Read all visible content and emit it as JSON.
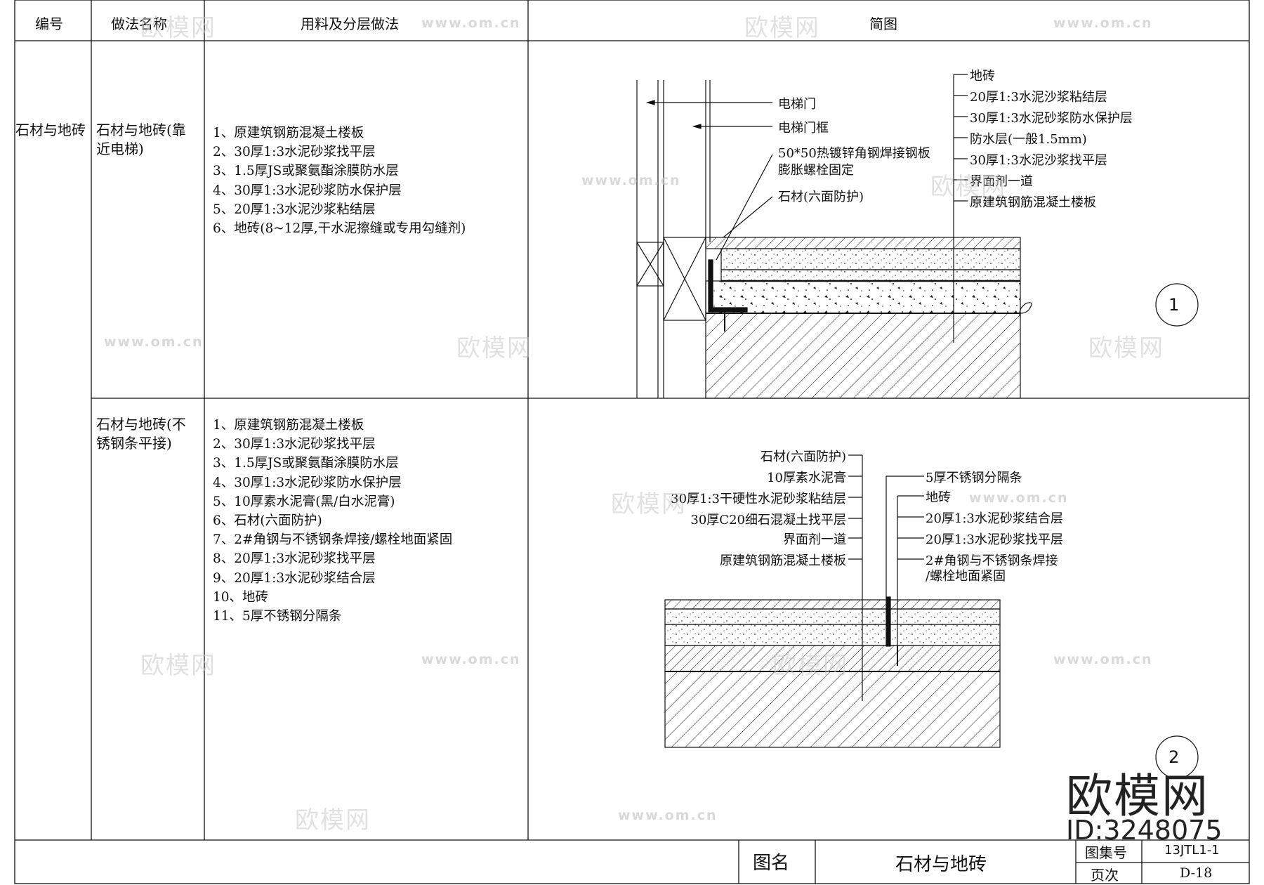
{
  "header": {
    "col_no": "编号",
    "col_name": "做法名称",
    "col_method": "用料及分层做法",
    "col_diagram": "简图"
  },
  "category": "石材与地砖",
  "rows": [
    {
      "name_line1": "石材与地砖(靠",
      "name_line2": "近电梯)",
      "steps": [
        "1、原建筑钢筋混凝土楼板",
        "2、30厚1:3水泥砂浆找平层",
        "3、1.5厚JS或聚氨酯涂膜防水层",
        "4、30厚1:3水泥砂浆防水保护层",
        "5、20厚1:3水泥沙浆粘结层",
        "6、地砖(8~12厚,干水泥擦缝或专用勾缝剂)"
      ]
    },
    {
      "name_line1": "石材与地砖(不",
      "name_line2": "锈钢条平接)",
      "steps": [
        "1、原建筑钢筋混凝土楼板",
        "2、30厚1:3水泥砂浆找平层",
        "3、1.5厚JS或聚氨酯涂膜防水层",
        "4、30厚1:3水泥砂浆防水保护层",
        "5、10厚素水泥膏(黑/白水泥膏)",
        "6、石材(六面防护)",
        "7、2#角钢与不锈钢条焊接/螺栓地面紧固",
        "8、20厚1:3水泥砂浆找平层",
        "9、20厚1:3水泥砂浆结合层",
        "10、地砖",
        "11、5厚不锈钢分隔条"
      ]
    }
  ],
  "diagram1": {
    "number": "1",
    "labels_left": {
      "door": "电梯门",
      "frame": "电梯门框",
      "steel_1": "50*50热镀锌角钢焊接钢板",
      "steel_2": "膨胀螺栓固定",
      "stone": "石材(六面防护)"
    },
    "labels_right": [
      "地砖",
      "20厚1:3水泥沙浆粘结层",
      "30厚1:3水泥砂浆防水保护层",
      "防水层(一般1.5mm)",
      "30厚1:3水泥沙浆找平层",
      "界面剂一道",
      "原建筑钢筋混凝土楼板"
    ]
  },
  "diagram2": {
    "number": "2",
    "labels_left": [
      "石材(六面防护)",
      "10厚素水泥膏",
      "30厚1:3干硬性水泥砂浆粘结层",
      "30厚C20细石混凝土找平层",
      "界面剂一道",
      "原建筑钢筋混凝土楼板"
    ],
    "labels_right": [
      "5厚不锈钢分隔条",
      "地砖",
      "20厚1:3水泥砂浆结合层",
      "20厚1:3水泥砂浆找平层",
      "2#角钢与不锈钢条焊接",
      "/螺栓地面紧固"
    ]
  },
  "footer": {
    "figure_name_label": "图名",
    "figure_name": "石材与地砖",
    "atlas_label": "图集号",
    "atlas_value": "13JTL1-1",
    "page_label": "页次",
    "page_value": "D-18"
  },
  "watermark": {
    "brand": "欧模网",
    "url": "www.om.cn",
    "id_text": "ID:3248075"
  }
}
